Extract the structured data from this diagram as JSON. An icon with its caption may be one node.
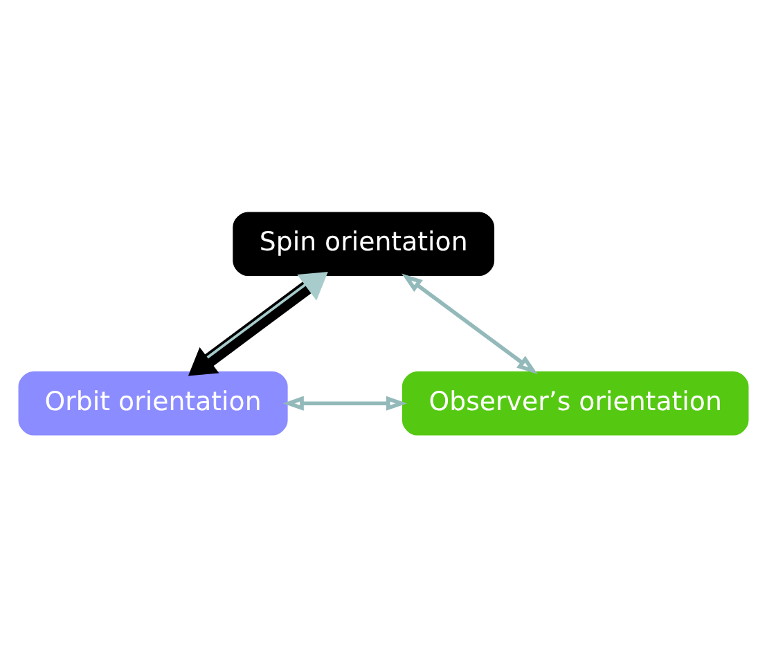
{
  "diagram": {
    "nodes": [
      {
        "text": [
          "Spin orientation"
        ]
      },
      {
        "text": [
          "Orbit orientation"
        ]
      },
      {
        "text": [
          "Observer’s orientation"
        ]
      }
    ],
    "edges": [
      {
        "from": 0,
        "to": 1,
        "arrow": "both",
        "style": "thick"
      },
      {
        "from": 0,
        "to": 2,
        "arrow": "both"
      },
      {
        "from": 1,
        "to": 2,
        "arrow": "both"
      }
    ]
  }
}
